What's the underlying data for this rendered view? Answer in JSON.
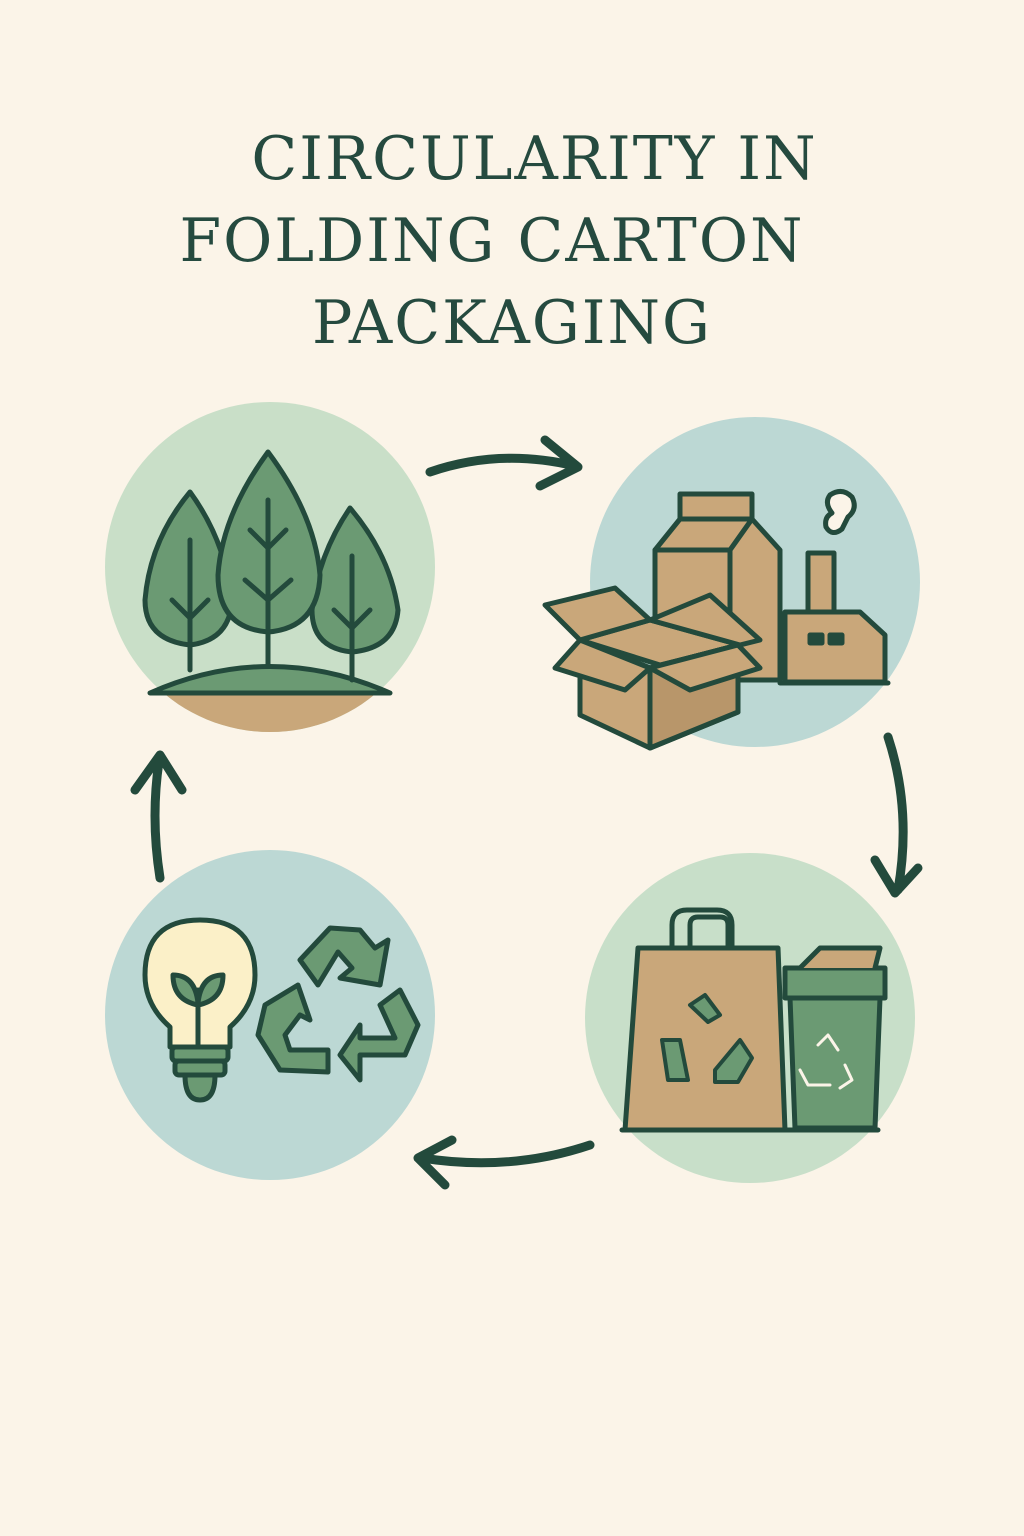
{
  "title": {
    "line1": "CIRCULARITY IN",
    "line2": "FOLDING CARTON",
    "line3": "PACKAGING"
  },
  "colors": {
    "background": "#fbf4e8",
    "ink": "#254a3f",
    "green": "#6b9a73",
    "kraft": "#c9a77a",
    "circle_green": "#c9dfc8",
    "circle_teal": "#bcd8d4"
  },
  "stages": [
    {
      "icon": "forest-icon"
    },
    {
      "icon": "carton-factory-icon"
    },
    {
      "icon": "recycle-bag-bin-icon"
    },
    {
      "icon": "idea-recycle-icon"
    }
  ]
}
